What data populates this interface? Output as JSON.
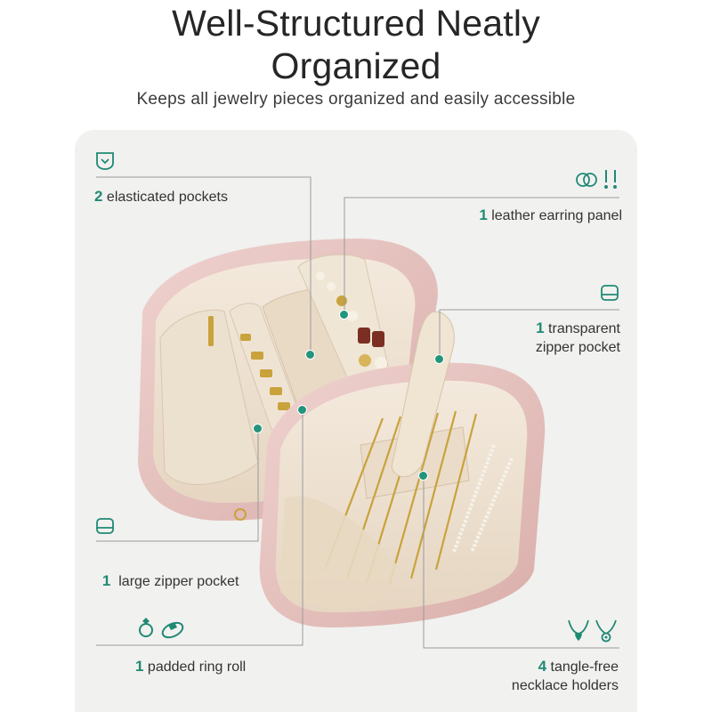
{
  "header": {
    "title_line1": "Well-Structured Neatly",
    "title_line2": "Organized",
    "subtitle": "Keeps all jewelry pieces organized and easily accessible"
  },
  "features": {
    "elastic_pockets": {
      "count": "2",
      "text": " elasticated pockets",
      "icon": "pocket-icon"
    },
    "earring_panel": {
      "count": "1",
      "text": " leather earring panel",
      "icon": "earring-icon"
    },
    "transparent_pocket": {
      "count": "1",
      "text_line1": " transparent",
      "text_line2": "zipper pocket",
      "icon": "zipper-pocket-icon"
    },
    "large_pocket": {
      "count": "1",
      "text": "  large zipper pocket",
      "icon": "zipper-pocket-icon"
    },
    "ring_roll": {
      "count": "1",
      "text": " padded ring roll",
      "icon": "ring-icon"
    },
    "necklace_holders": {
      "count": "4",
      "text_line1": " tangle-free",
      "text_line2": "necklace holders",
      "icon": "necklace-icon"
    }
  },
  "colors": {
    "accent": "#1f8a74",
    "panel": "#f1f1ef",
    "case_pink": "#e9c8c6",
    "lining": "#eee2d3",
    "gold": "#c9a23c"
  }
}
